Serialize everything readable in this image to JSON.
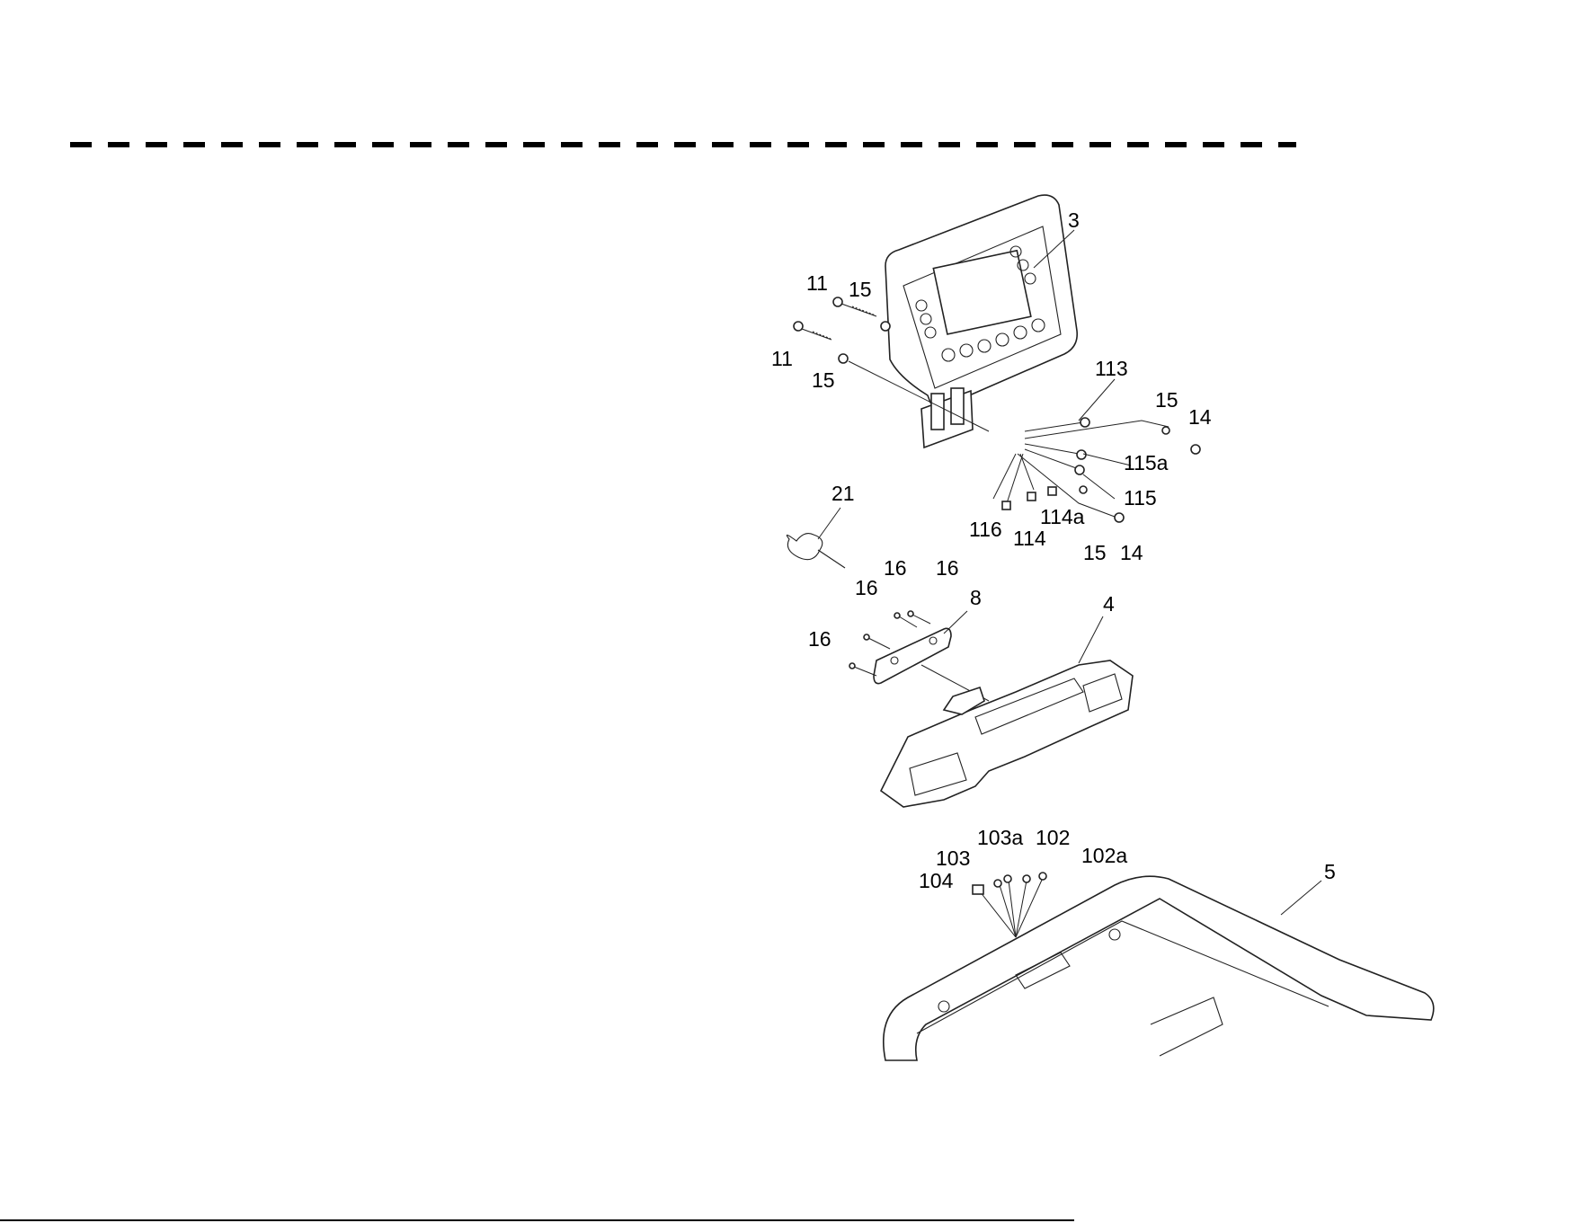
{
  "diagram": {
    "divider_style": "dashed",
    "labels": {
      "console": "3",
      "bolt_11a": "11",
      "washer_15a": "15",
      "bolt_11b": "11",
      "washer_15b": "15",
      "wire_113": "113",
      "washer_15c": "15",
      "nut_14a": "14",
      "wire_115a": "115a",
      "wire_115": "115",
      "key_21": "21",
      "wire_116": "116",
      "wire_114": "114",
      "wire_114a": "114a",
      "washer_15d": "15",
      "nut_14b": "14",
      "screw_16a": "16",
      "screw_16b": "16",
      "screw_16c": "16",
      "screw_16d": "16",
      "bracket_8": "8",
      "tray_4": "4",
      "wire_103a": "103a",
      "wire_102": "102",
      "wire_103": "103",
      "wire_102a": "102a",
      "wire_104": "104",
      "handlebar_5": "5"
    }
  }
}
